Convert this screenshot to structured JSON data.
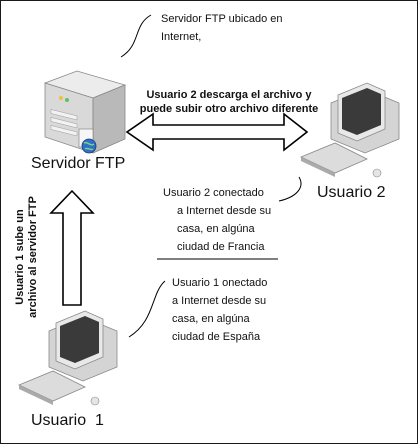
{
  "diagram": {
    "top_note_lines": [
      "Servidor FTP ubicado en",
      "Internet,"
    ],
    "server_label": "Servidor FTP",
    "user2_label": "Usuario 2",
    "user1_label": "Usuario  1",
    "download_note_lines": [
      "Usuario 2 descarga el archivo y",
      "puede subir otro archivo diferente"
    ],
    "upload_note_lines": [
      "Usuario 1 sube un",
      "archivo al servidor FTP"
    ],
    "user2_note_lines": [
      "Usuario 2 conectado",
      "a Internet desde su",
      "casa, en algúna",
      "ciudad de Francia"
    ],
    "user1_note_lines": [
      "Usuario 1   onectado",
      "a Internet desde su",
      "casa, en algúna",
      "ciudad de España"
    ],
    "colors": {
      "line": "#000000",
      "arrow_fill": "#ffffff",
      "device": "#d6d6d6",
      "screen": "#3a3a3a"
    },
    "icons": [
      "server-icon",
      "globe-icon",
      "computer-icon"
    ]
  }
}
